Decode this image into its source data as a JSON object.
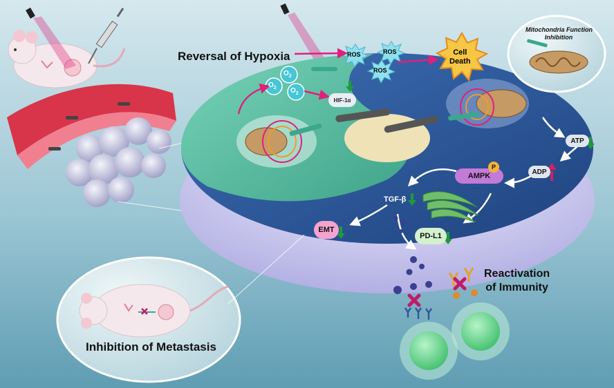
{
  "labels": {
    "reversal_of_hypoxia": "Reversal of Hypoxia",
    "o2": "O",
    "o2_sub": "2",
    "hif": "HIF-1α",
    "ros": "ROS",
    "cell_death": "Cell Death",
    "cell_death_line1": "Cell",
    "cell_death_line2": "Death",
    "mito_inhibition_line1": "Mitochondria Function",
    "mito_inhibition_line2": "Inhibition",
    "atp": "ATP",
    "adp": "ADP",
    "ampk": "AMPK",
    "p": "P",
    "tgf": "TGF-β",
    "emt": "EMT",
    "pdl1": "PD-L1",
    "reactivation_line1": "Reactivation",
    "reactivation_line2": "of Immunity",
    "inhibition_of_metastasis": "Inhibition of Metastasis"
  },
  "colors": {
    "background_top": "#cfe3ea",
    "background_bottom": "#6aa7bc",
    "cell_green": "#5fbfa5",
    "cell_blue": "#2e5a9c",
    "cell_rim": "#c8c7ee",
    "nucleus": "#efe2b6",
    "arrow_pink": "#e0207a",
    "arrow_down_green": "#1f9a3a",
    "arrow_up_pink": "#d0206a",
    "ros_star": "#8fe0ef",
    "cell_death_star": "#f6c645",
    "ampk_pill": "#c27bd6",
    "emt_pill": "#f4a3cf",
    "pdl1_pill": "#d3f0cf",
    "tcell": "#64d78f"
  }
}
